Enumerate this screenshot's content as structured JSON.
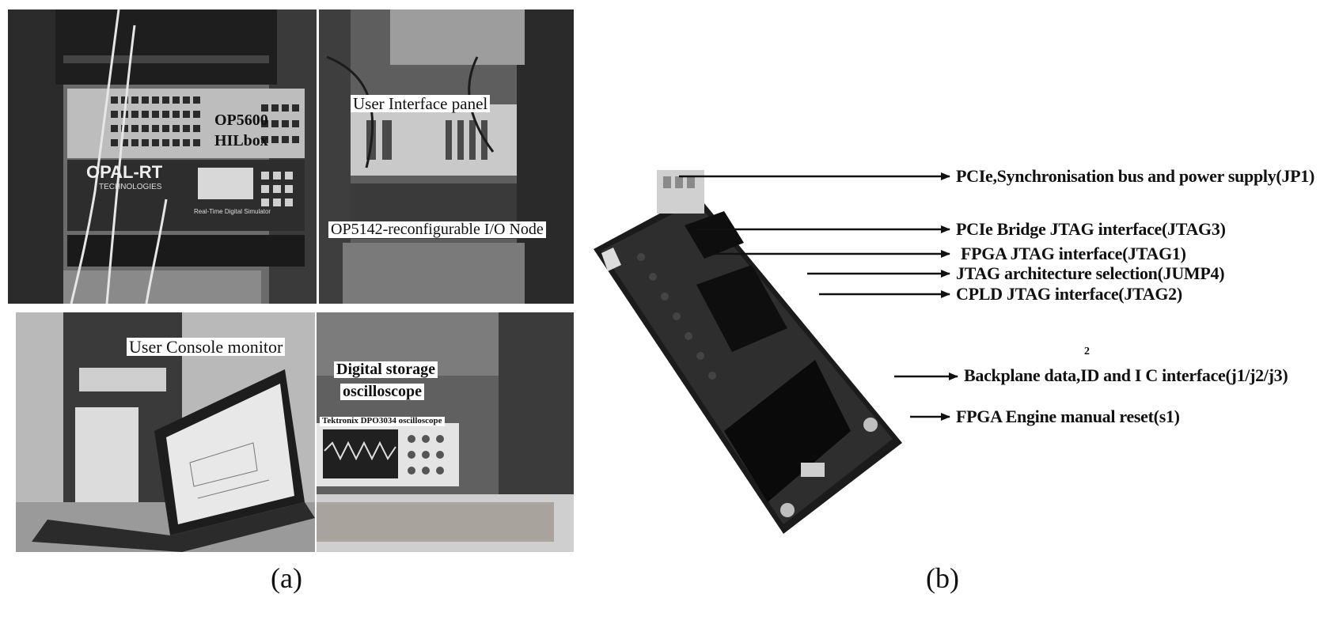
{
  "panel_a": {
    "top_left": {
      "label_line1": "OP5600",
      "label_line2": "HILbox",
      "brand": "OPAL-RT",
      "brand_sub": "TECHNOLOGIES",
      "front_text": "Real-Time Digital Simulator"
    },
    "top_right": {
      "label_ui": "User Interface panel",
      "label_io": "OP5142-reconfigurable I/O Node"
    },
    "bottom_left": {
      "label": "User Console monitor"
    },
    "bottom_right": {
      "label_line1": "Digital storage",
      "label_line2": "oscilloscope",
      "scope_text": "Tektronix DPO3034 oscilloscope"
    },
    "caption": "(a)"
  },
  "panel_b": {
    "callouts": [
      "PCIe,Synchronisation bus and power supply(JP1)",
      "PCIe Bridge JTAG interface(JTAG3)",
      "FPGA JTAG interface(JTAG1)",
      "JTAG architecture selection(JUMP4)",
      "CPLD JTAG interface(JTAG2)",
      "Backplane data,ID and I C interface(j1/j2/j3)",
      "FPGA Engine manual reset(s1)"
    ],
    "superscript": "2",
    "caption": "(b)"
  }
}
